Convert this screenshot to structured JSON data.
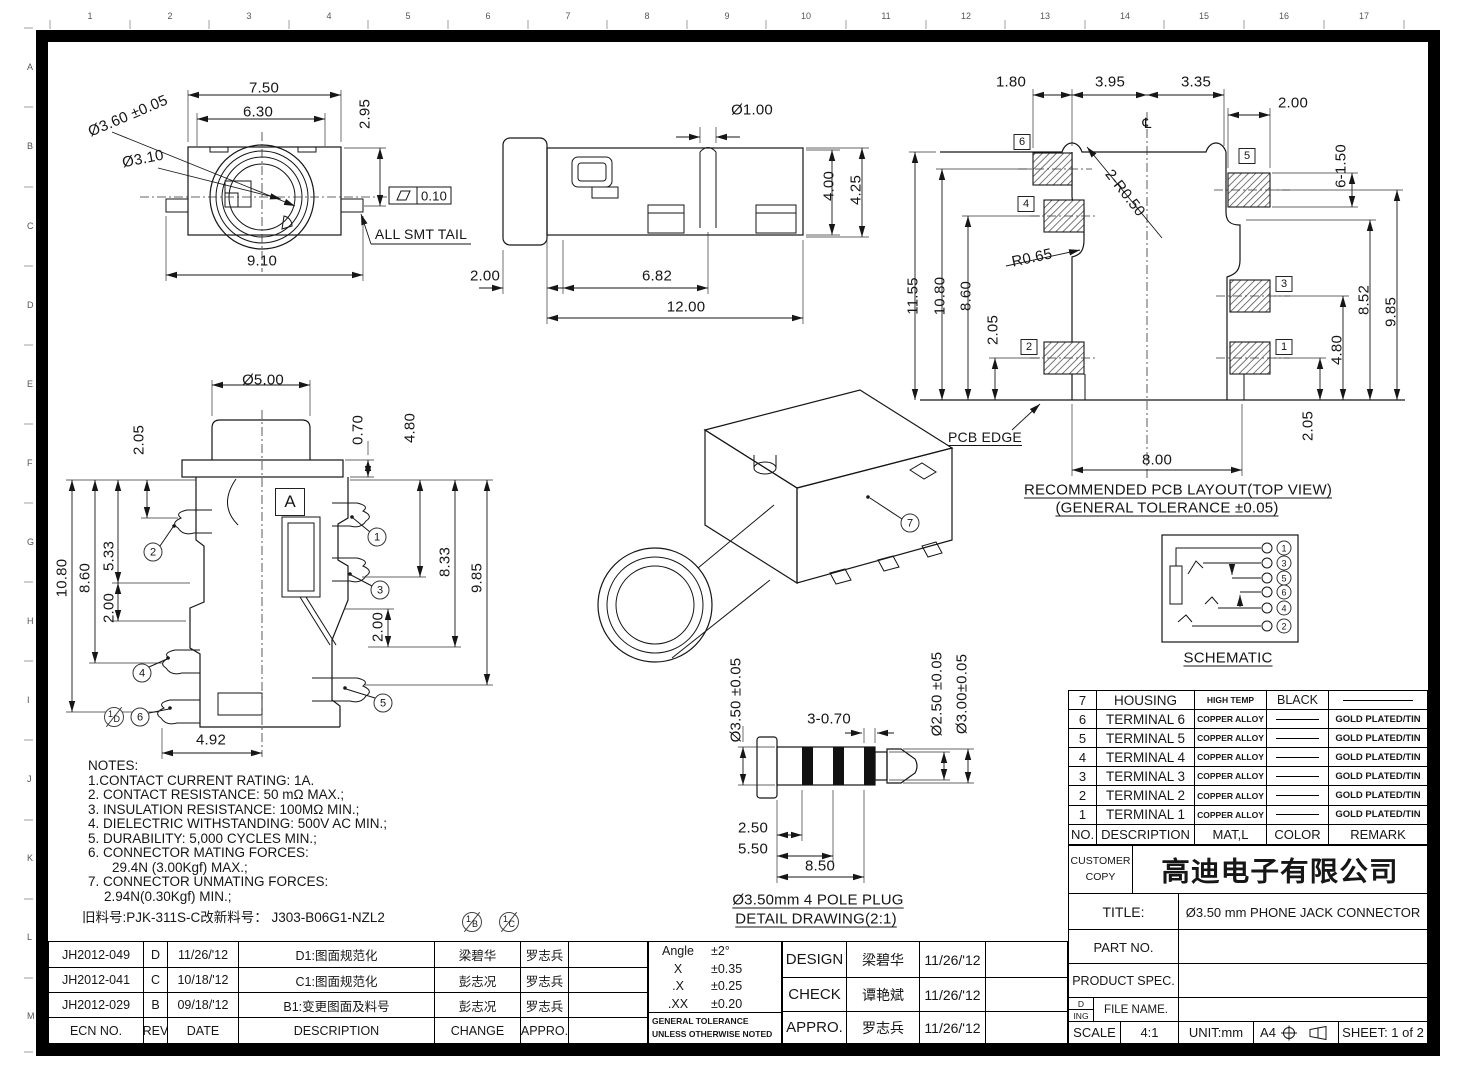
{
  "sheet": {
    "cols": [
      "1",
      "2",
      "3",
      "4",
      "5",
      "6",
      "7",
      "8",
      "9",
      "10",
      "11",
      "12",
      "13",
      "14",
      "15",
      "16",
      "17"
    ],
    "rows": [
      "A",
      "B",
      "C",
      "D",
      "E",
      "F",
      "G",
      "H",
      "I",
      "J",
      "K",
      "L",
      "M"
    ]
  },
  "v1": {
    "d750": "7.50",
    "d630": "6.30",
    "d295": "2.95",
    "d360": "Ø3.60 ±0.05",
    "d310": "Ø3.10",
    "d910": "9.10",
    "flat": "0.10",
    "smt": "ALL SMT TAIL"
  },
  "v2": {
    "d100": "Ø1.00",
    "d400": "4.00",
    "d425": "4.25",
    "d200": "2.00",
    "d682": "6.82",
    "d1200": "12.00"
  },
  "v3": {
    "d180": "1.80",
    "d395": "3.95",
    "d335": "3.35",
    "d200": "2.00",
    "d6150": "6-1.50",
    "cl": "℄",
    "r2050": "2-R0.50",
    "r065": "R0.65",
    "d1155": "11.55",
    "d1080": "10.80",
    "d860": "8.60",
    "d205a": "2.05",
    "d205b": "2.05",
    "d852": "8.52",
    "d985": "9.85",
    "d480": "4.80",
    "d800": "8.00",
    "p6": "6",
    "p4": "4",
    "p2": "2",
    "p5": "5",
    "p3": "3",
    "p1": "1",
    "edge": "PCB EDGE",
    "cap1": "RECOMMENDED PCB LAYOUT(TOP VIEW)",
    "cap2": "(GENERAL TOLERANCE ±0.05)"
  },
  "v4": {
    "d500": "Ø5.00",
    "d205": "2.05",
    "d070": "0.70",
    "d480": "4.80",
    "d1080": "10.80",
    "d860": "8.60",
    "d533": "5.33",
    "d200a": "2.00",
    "d833": "8.33",
    "d985": "9.85",
    "d200b": "2.00",
    "d492": "4.92",
    "marker": "A",
    "b1": "1",
    "b2": "2",
    "b3": "3",
    "b4": "4",
    "b5": "5",
    "b6": "6",
    "flag_num": "1",
    "flag_rev": "D"
  },
  "v5": {
    "b7": "7"
  },
  "plug": {
    "d350": "Ø3.50 ±0.05",
    "d3070": "3-0.70",
    "d250": "Ø2.50 ±0.05",
    "d300": "Ø3.00±0.05",
    "l250": "2.50",
    "l550": "5.50",
    "l850": "8.50",
    "cap1": "Ø3.50mm 4 POLE PLUG",
    "cap2": "DETAIL DRAWING(2:1)"
  },
  "sch": {
    "caption": "SCHEMATIC",
    "s1": "1",
    "s3": "3",
    "s5": "5",
    "s6": "6",
    "s4": "4",
    "s2": "2"
  },
  "notes": [
    "NOTES:",
    "1.CONTACT CURRENT RATING: 1A.",
    "2. CONTACT RESISTANCE: 50 mΩ MAX.;",
    "3. INSULATION RESISTANCE: 100MΩ MIN.;",
    "4. DIELECTRIC WITHSTANDING: 500V AC MIN.;",
    "5. DURABILITY: 5,000 CYCLES MIN.;",
    "6. CONNECTOR MATING FORCES:",
    "29.4N (3.00Kgf) MAX.;",
    "7. CONNECTOR UNMATING FORCES:",
    "2.94N(0.30Kgf) MIN.;"
  ],
  "part_note": "旧料号:PJK-311S-C改新料号： J303-B06G1-NZL2",
  "flags": {
    "b_num": "1",
    "b_rev": "B",
    "c_num": "1",
    "c_rev": "C"
  },
  "bom": {
    "headers": {
      "no": "NO.",
      "desc": "DESCRIPTION",
      "mat": "MAT,L",
      "color": "COLOR",
      "remark": "REMARK"
    },
    "rows": [
      {
        "no": "7",
        "desc": "HOUSING",
        "mat": "HIGH TEMP",
        "color": "BLACK",
        "remark": ""
      },
      {
        "no": "6",
        "desc": "TERMINAL 6",
        "mat": "COPPER ALLOY",
        "color": "",
        "remark": "GOLD PLATED/TIN"
      },
      {
        "no": "5",
        "desc": "TERMINAL 5",
        "mat": "COPPER ALLOY",
        "color": "",
        "remark": "GOLD PLATED/TIN"
      },
      {
        "no": "4",
        "desc": "TERMINAL 4",
        "mat": "COPPER ALLOY",
        "color": "",
        "remark": "GOLD PLATED/TIN"
      },
      {
        "no": "3",
        "desc": "TERMINAL 3",
        "mat": "COPPER ALLOY",
        "color": "",
        "remark": "GOLD PLATED/TIN"
      },
      {
        "no": "2",
        "desc": "TERMINAL 2",
        "mat": "COPPER ALLOY",
        "color": "",
        "remark": "GOLD PLATED/TIN"
      },
      {
        "no": "1",
        "desc": "TERMINAL 1",
        "mat": "COPPER ALLOY",
        "color": "",
        "remark": "GOLD PLATED/TIN"
      }
    ]
  },
  "title_block": {
    "customer_line1": "CUSTOMER",
    "customer_line2": "COPY",
    "company": "高迪电子有限公司",
    "title_label": "TITLE:",
    "title_value": "Ø3.50 mm PHONE JACK CONNECTOR",
    "part_label": "PART NO.",
    "spec_label": "PRODUCT SPEC.",
    "d_label": "D",
    "ing_label": "ING",
    "file_label": "FILE NAME.",
    "scale_label": "SCALE",
    "scale_value": "4:1",
    "unit": "UNIT:mm",
    "paper": "A4",
    "sheet": "SHEET: 1 of 2"
  },
  "rev_table": {
    "headers": {
      "ecn": "ECN NO.",
      "rev": "REV",
      "date": "DATE",
      "desc": "DESCRIPTION",
      "change": "CHANGE",
      "appro": "APPRO."
    },
    "rows": [
      {
        "ecn": "JH2012-049",
        "rev": "D",
        "date": "11/26/'12",
        "desc": "D1:图面规范化",
        "change": "梁碧华",
        "appro": "罗志兵"
      },
      {
        "ecn": "JH2012-041",
        "rev": "C",
        "date": "10/18/'12",
        "desc": "C1:图面规范化",
        "change": "彭志况",
        "appro": "罗志兵"
      },
      {
        "ecn": "JH2012-029",
        "rev": "B",
        "date": "09/18/'12",
        "desc": "B1:变更图面及料号",
        "change": "彭志况",
        "appro": "罗志兵"
      }
    ]
  },
  "tol": {
    "r0l": "Angle",
    "r0v": "±2°",
    "r1l": "X",
    "r1v": "±0.35",
    "r2l": ".X",
    "r2v": "±0.25",
    "r3l": ".XX",
    "r3v": "±0.20",
    "note1": "GENERAL TOLERANCE",
    "note2": "UNLESS OTHERWISE NOTED"
  },
  "appr": {
    "design_label": "DESIGN",
    "design_name": "梁碧华",
    "design_date": "11/26/'12",
    "check_label": "CHECK",
    "check_name": "谭艳斌",
    "check_date": "11/26/'12",
    "appro_label": "APPRO.",
    "appro_name": "罗志兵",
    "appro_date": "11/26/'12"
  }
}
